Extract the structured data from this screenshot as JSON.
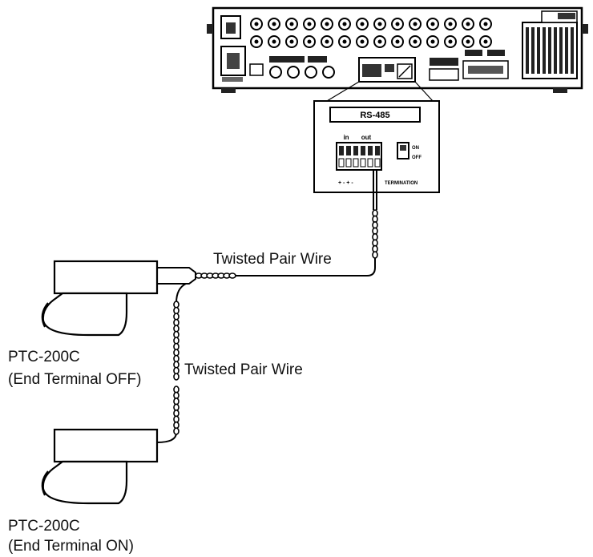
{
  "wire_labels": {
    "top": "Twisted Pair Wire",
    "middle": "Twisted Pair Wire"
  },
  "cameras": [
    {
      "model": "PTC-200C",
      "terminal": "(End Terminal OFF)"
    },
    {
      "model": "PTC-200C",
      "terminal": "(End Terminal ON)"
    }
  ],
  "rs485": {
    "title": "RS-485",
    "switch_on": "ON",
    "switch_off": "OFF",
    "termination": "TERMINATION",
    "in_label": "in",
    "out_label": "out"
  }
}
